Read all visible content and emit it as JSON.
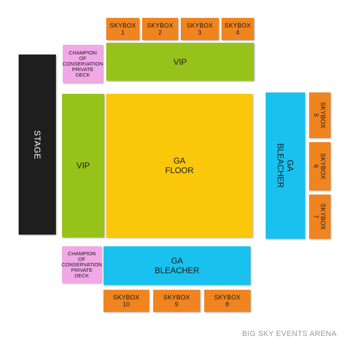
{
  "venue_name": "BIG SKY EVENTS ARENA",
  "colors": {
    "skybox": "#f0841e",
    "vip": "#97c21a",
    "ga_floor": "#fbc70a",
    "ga_bleacher": "#19c1ee",
    "deck": "#f2a7e6",
    "stage": "#1e1e1e"
  },
  "sections": {
    "skybox_1": "SKYBOX\n1",
    "skybox_2": "SKYBOX\n2",
    "skybox_3": "SKYBOX\n3",
    "skybox_4": "SKYBOX\n4",
    "skybox_5": "SKYBOX\n5",
    "skybox_6": "SKYBOX\n6",
    "skybox_7": "SKYBOX\n7",
    "skybox_8": "SKYBOX\n8",
    "skybox_9": "SKYBOX\n9",
    "skybox_10": "SKYBOX\n10",
    "deck_top": "CHAMPION\nOF\nCONSERVATION\nPRIVATE\nDECK",
    "deck_bottom": "CHAMPION\nOF\nCONSERVATION\nPRIVATE\nDECK",
    "vip_top": "VIP",
    "vip_left": "VIP",
    "stage": "STAGE",
    "ga_floor": "GA\nFLOOR",
    "ga_bleacher_right": "GA\nBLEACHER",
    "ga_bleacher_bottom": "GA\nBLEACHER"
  }
}
